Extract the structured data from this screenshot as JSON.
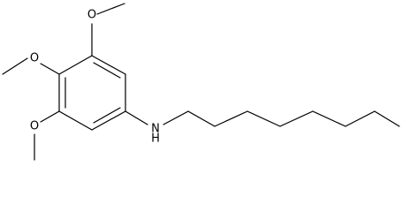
{
  "molecule": {
    "atoms": {
      "o_top": "O",
      "o_left": "O",
      "o_bottom": "O",
      "n_amine": "N",
      "h_amine": "H"
    }
  },
  "colors": {
    "bond": "#000000",
    "label": "#000000",
    "background": "#ffffff"
  }
}
